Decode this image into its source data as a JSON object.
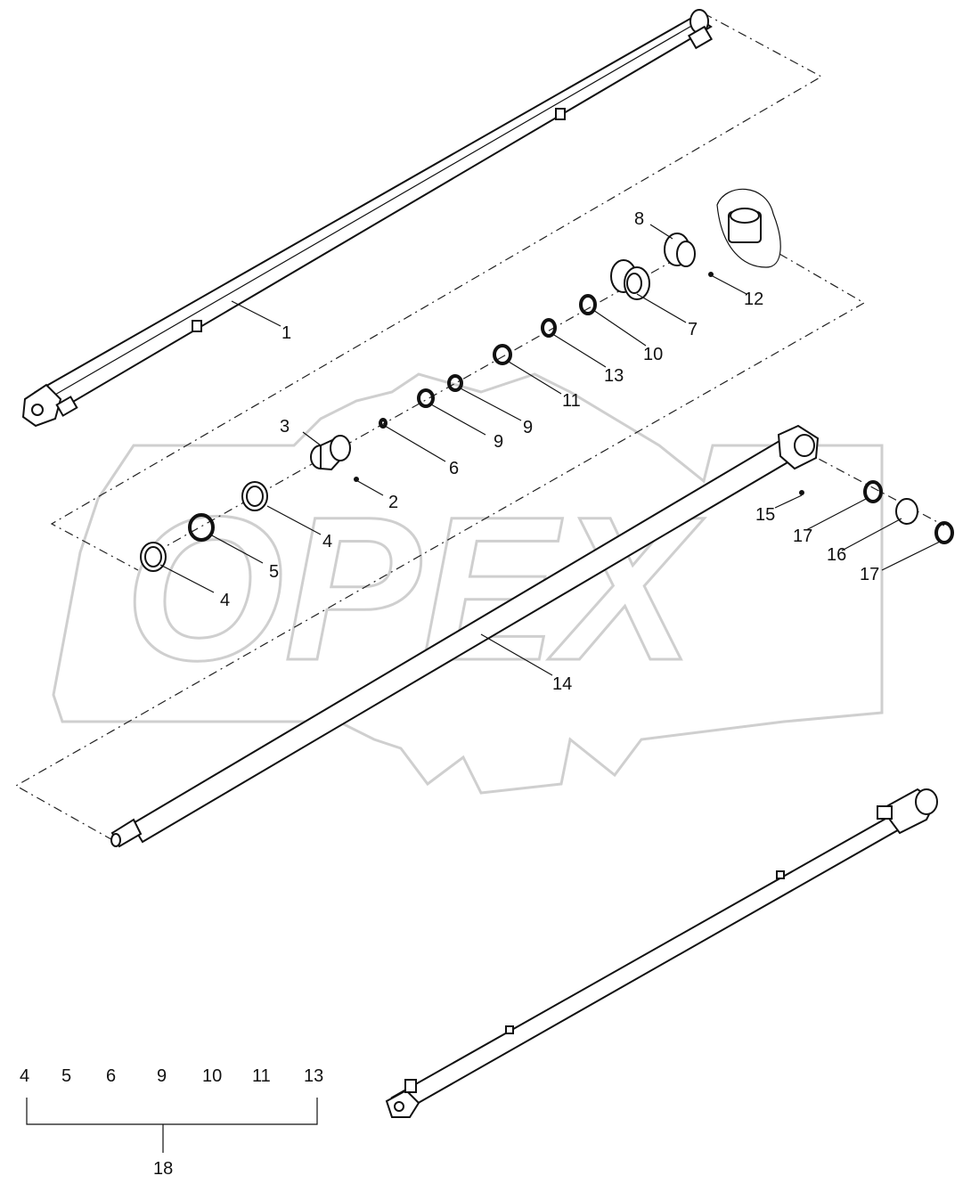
{
  "watermark": {
    "text": "OPEX"
  },
  "callouts": {
    "c1": "1",
    "c2": "2",
    "c3": "3",
    "c4a": "4",
    "c4b": "4",
    "c5": "5",
    "c6": "6",
    "c7": "7",
    "c8": "8",
    "c9a": "9",
    "c9b": "9",
    "c10": "10",
    "c11": "11",
    "c12": "12",
    "c13": "13",
    "c14": "14",
    "c15": "15",
    "c16": "16",
    "c17a": "17",
    "c17b": "17"
  },
  "kit": {
    "items": [
      "4",
      "5",
      "6",
      "9",
      "10",
      "11",
      "13"
    ],
    "label": "18"
  }
}
